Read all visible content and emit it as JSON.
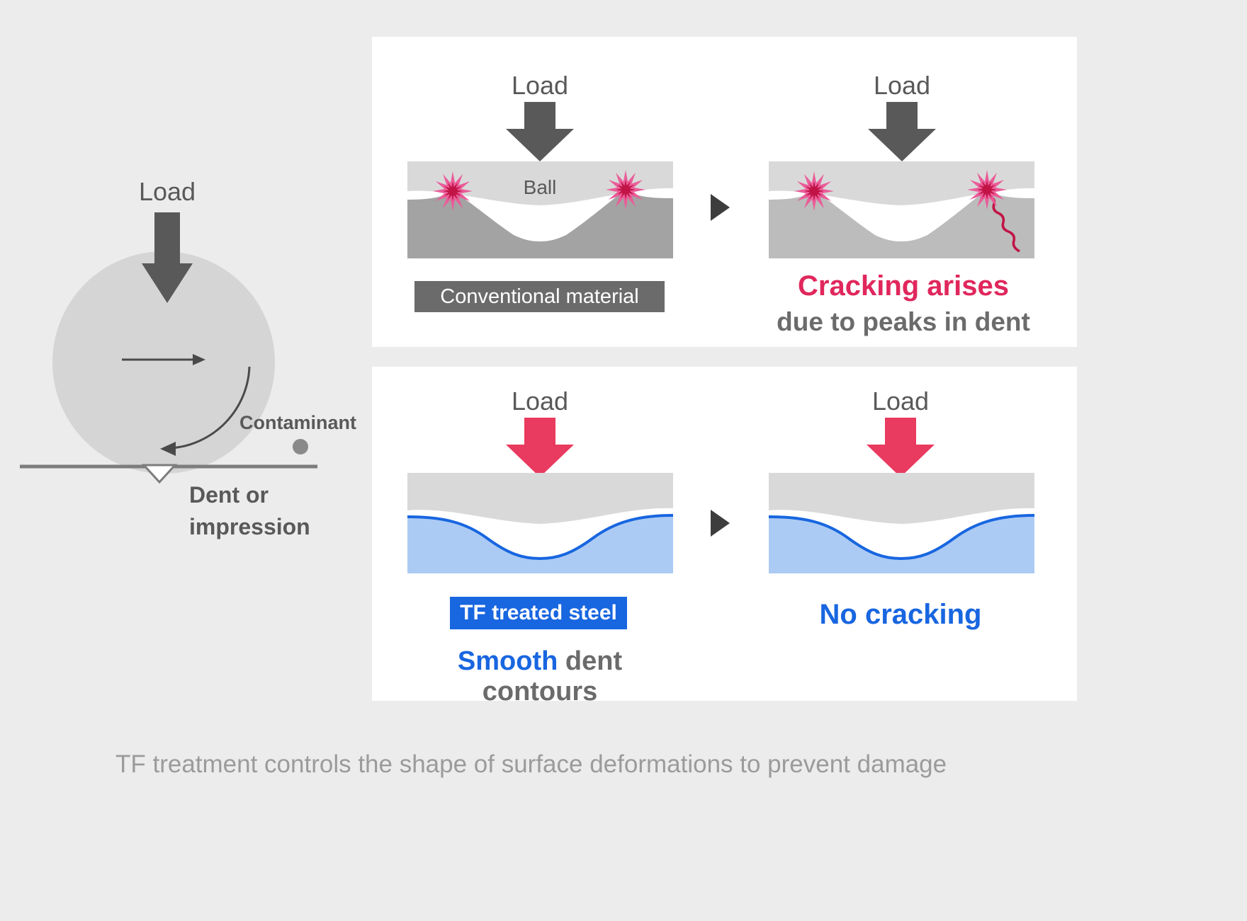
{
  "palette": {
    "background": "#ececec",
    "panel_white": "#ffffff",
    "text_dark_gray": "#595959",
    "text_mid_gray": "#6b6b6b",
    "caption_gray": "#9b9b9b",
    "material_gray": "#a3a3a3",
    "material_gray_light": "#bcbcbc",
    "ball_gray": "#d9d9d9",
    "accent_pink": "#e93a5f",
    "crack_red": "#c11345",
    "star_pink": "#ea5d99",
    "accent_blue": "#1866e0",
    "light_blue": "#accbf4"
  },
  "left_diagram": {
    "load_label": "Load",
    "contaminant_label": "Contaminant",
    "dent_label": [
      "Dent or",
      "impression"
    ]
  },
  "top_panel": {
    "left": {
      "load_label": "Load",
      "ball_label": "Ball",
      "material_label": "Conventional material"
    },
    "right": {
      "load_label": "Load",
      "result_title": "Cracking arises",
      "result_subtitle": "due to peaks in dent"
    }
  },
  "bottom_panel": {
    "left": {
      "load_label": "Load",
      "material_label": "TF treated steel",
      "caption_highlight": "Smooth",
      "caption_rest": " dent contours"
    },
    "right": {
      "load_label": "Load",
      "result_title": "No cracking"
    }
  },
  "footer": {
    "caption": "TF treatment controls the shape of surface deformations to prevent damage"
  }
}
